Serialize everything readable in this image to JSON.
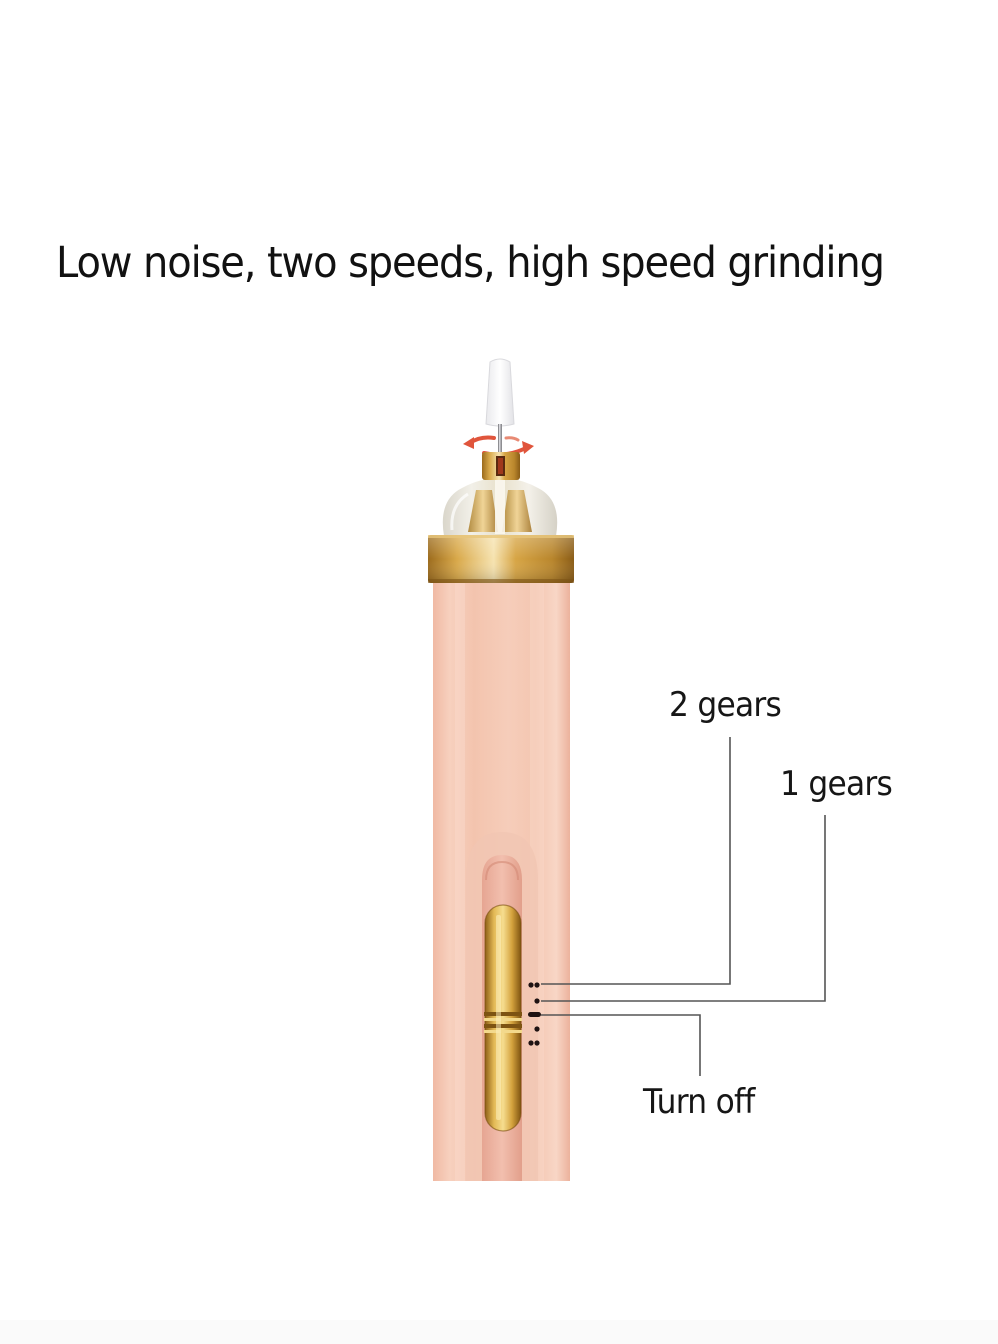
{
  "heading": "Low noise, two speeds, high speed grinding",
  "labels": {
    "gear2": "2 gears",
    "gear1": "1 gears",
    "off": "Turn off"
  },
  "colors": {
    "background": "#ffffff",
    "text": "#111111",
    "body_pink": "#f3c3ae",
    "gold": "#c8962e",
    "arrow_red": "#e0553c",
    "leader_line": "#555555"
  }
}
